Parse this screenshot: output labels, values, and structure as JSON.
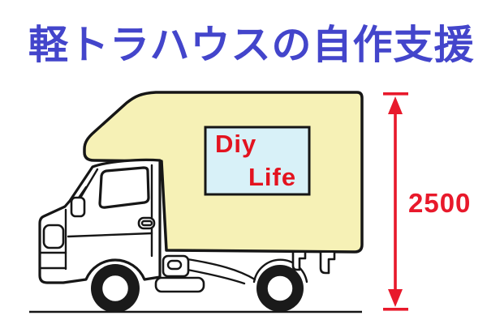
{
  "title": {
    "text": "軽トラハウスの自作支援"
  },
  "truck": {
    "box_label": {
      "line1": "Diy",
      "line2": "Life"
    }
  },
  "dimension": {
    "height_label": "2500"
  },
  "icons": {
    "truck_illustration": "kei-truck-camper-side-view",
    "dimension_arrow": "vertical-double-headed-arrow",
    "ground": "ground-line"
  },
  "colors": {
    "background": "#FFFFFF",
    "title_blue": "#4345CB",
    "box_cream": "#F6F1B6",
    "window_blue": "#D8F1F8",
    "label_red": "#E3131F",
    "arrow_red": "#E8192B",
    "outline": "#161616"
  }
}
